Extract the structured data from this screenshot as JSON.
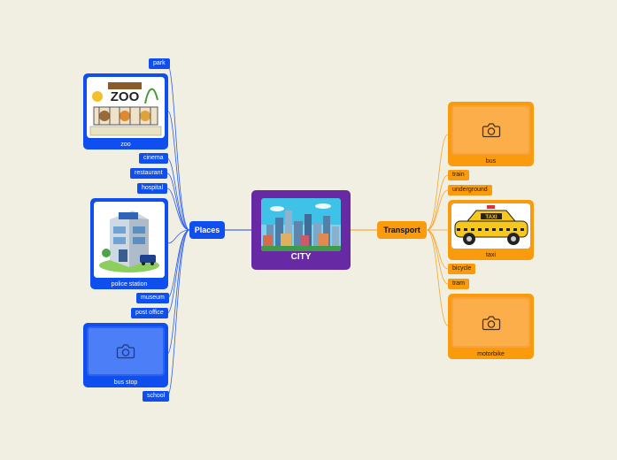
{
  "map": {
    "central": {
      "label": "CITY"
    },
    "branches": {
      "places": {
        "label": "Places",
        "color": "#0f4ff0",
        "children": [
          {
            "label": "park"
          },
          {
            "label": "zoo",
            "image": "zoo-illustration"
          },
          {
            "label": "cinema"
          },
          {
            "label": "restaurant"
          },
          {
            "label": "hospital"
          },
          {
            "label": "police station",
            "image": "police-station-illustration"
          },
          {
            "label": "museum"
          },
          {
            "label": "post office"
          },
          {
            "label": "bus stop",
            "image": "camera-placeholder"
          },
          {
            "label": "school"
          }
        ]
      },
      "transport": {
        "label": "Transport",
        "color": "#f99b0c",
        "children": [
          {
            "label": "bus",
            "image": "camera-placeholder"
          },
          {
            "label": "train"
          },
          {
            "label": "underground"
          },
          {
            "label": "taxi",
            "image": "taxi-illustration"
          },
          {
            "label": "bicycle"
          },
          {
            "label": "tram"
          },
          {
            "label": "motorbike",
            "image": "camera-placeholder"
          }
        ]
      }
    },
    "colors": {
      "background": "#f1eee2",
      "central": "#6829a4"
    }
  }
}
